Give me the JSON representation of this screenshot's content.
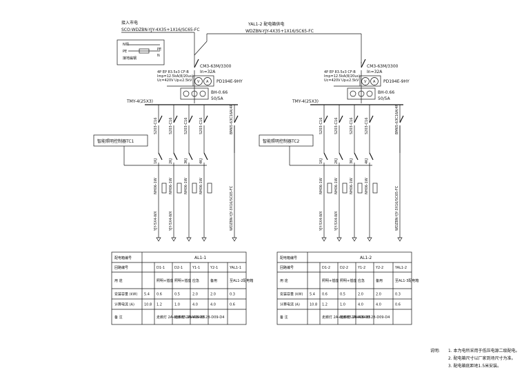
{
  "incoming": {
    "source_label": "接入市电",
    "source_cable": "SCO:WDZBN-YJY-4X35+1X16/SC65-FC",
    "cross_ref_label": "YAL1-2 配电箱供电",
    "cross_ref_cable": "WDZBN-YJY-4X35+1X16/SC65-FC"
  },
  "legend_box": {
    "rows": [
      "N相",
      "PE",
      "接地扁钢"
    ],
    "tags": [
      "PE",
      "N"
    ]
  },
  "panels": [
    {
      "id": "AL1-1",
      "main_breaker": "CM3-63M/3300",
      "main_current": "In=32A",
      "meter": "PD194E-9HY",
      "meter_note": [
        "4P EP 83.5x3 CF-B",
        "Imp=12.5kA(8/20us)",
        "Uc=420V Up≤2.5kV"
      ],
      "ct": "BH-0.66",
      "ct_ratio": "50/5A",
      "busbar": "TMY-4(25X3)",
      "controller": "智能照明控制器TC1",
      "branches": [
        {
          "breaker": "S203-C16",
          "contactor": "1KJ",
          "cable": "NH06-1W",
          "wire": "YJY-5X4-WX"
        },
        {
          "breaker": "S203-C16",
          "contactor": "2KJ",
          "cable": "NH06-1W",
          "wire": "YJY-5X4-WX"
        },
        {
          "breaker": "S203-C16",
          "contactor": "3KJ",
          "cable": "NH06-1W",
          "wire": ""
        },
        {
          "breaker": "S203-C16",
          "contactor": "4KJ",
          "cable": "NH06-1W",
          "wire": ""
        },
        {
          "breaker": "BM65-63C16A/4P",
          "contactor": "",
          "cable": "",
          "wire": "WDZBN-YJY-3X16/SC65-FC"
        }
      ],
      "table": {
        "title_label": "配电箱编号",
        "title_value": "AL1-1",
        "row_labels": [
          "回路编号",
          "用 途",
          "安装容量 (kW)",
          "计算电流 (A)",
          "备 注"
        ],
        "col_ids": [
          "D1-1",
          "D2-1",
          "Y1-1",
          "Y2-1",
          "YAL1-1"
        ],
        "uses": [
          "照明+插座",
          "照明+插座",
          "应急",
          "备用",
          "至AL1-2配电箱"
        ],
        "total_capacity": "5.4",
        "capacity": [
          "0.6",
          "0.5",
          "2.0",
          "2.0",
          "0.3"
        ],
        "total_current": "10.8",
        "current": [
          "1.2",
          "1.0",
          "4.0",
          "4.0",
          "0.6"
        ],
        "remarks": [
          "走廊灯 2A-A08-B5 2B-A09-B5",
          "走廊灯 2A-A08-D3 2B-D09-D4",
          "",
          "",
          ""
        ]
      }
    },
    {
      "id": "AL1-2",
      "main_breaker": "CM3-63M/3300",
      "main_current": "In=32A",
      "meter": "PD194E-9HY",
      "meter_note": [
        "4P EP 83.5x3 CF-B",
        "Imp=12.5kA(8/20us)",
        "Uc=420V Up≤2.5kV"
      ],
      "ct": "BH-0.66",
      "ct_ratio": "50/5A",
      "busbar": "TMY-4(25X3)",
      "controller": "智能照明控制器TC2",
      "branches": [
        {
          "breaker": "S203-C16",
          "contactor": "1KJ",
          "cable": "NH06-1W",
          "wire": "YJY-5X4-WX"
        },
        {
          "breaker": "S203-C16",
          "contactor": "2KJ",
          "cable": "NH06-1W",
          "wire": "YJY-5X4-WX"
        },
        {
          "breaker": "S203-C16",
          "contactor": "3KJ",
          "cable": "NH06-1W",
          "wire": ""
        },
        {
          "breaker": "S203-C16",
          "contactor": "4KJ",
          "cable": "NH06-1W",
          "wire": ""
        },
        {
          "breaker": "BM65-63C16A/4P",
          "contactor": "",
          "cable": "",
          "wire": "WDZBN-YJY-3X16/SC65-FC"
        }
      ],
      "table": {
        "title_label": "配电箱编号",
        "title_value": "AL1-2",
        "row_labels": [
          "回路编号",
          "用 途",
          "安装容量 (kW)",
          "计算电流 (A)",
          "备 注"
        ],
        "col_ids": [
          "D1-2",
          "D2-2",
          "Y1-2",
          "Y2-2",
          "YAL1-2"
        ],
        "uses": [
          "照明+插座",
          "照明+插座",
          "应急",
          "备用",
          "至AL1-3配电箱"
        ],
        "total_capacity": "5.4",
        "capacity": [
          "0.6",
          "0.5",
          "2.0",
          "2.0",
          "0.3"
        ],
        "total_current": "10.8",
        "current": [
          "1.2",
          "1.0",
          "4.0",
          "4.0",
          "0.6"
        ],
        "remarks": [
          "走廊灯 2A-A08-B5 2B-A09-B5",
          "走廊灯 2A-A08-D3 2B-D09-D4",
          "",
          "",
          ""
        ]
      }
    }
  ],
  "notes": {
    "label": "说明:",
    "items": [
      "1. 本为电所采用于低压电源二级配电。",
      "2. 配电箱尺寸以厂家到场尺寸为准。",
      "3. 配电箱底距地1.5米安装。"
    ]
  }
}
